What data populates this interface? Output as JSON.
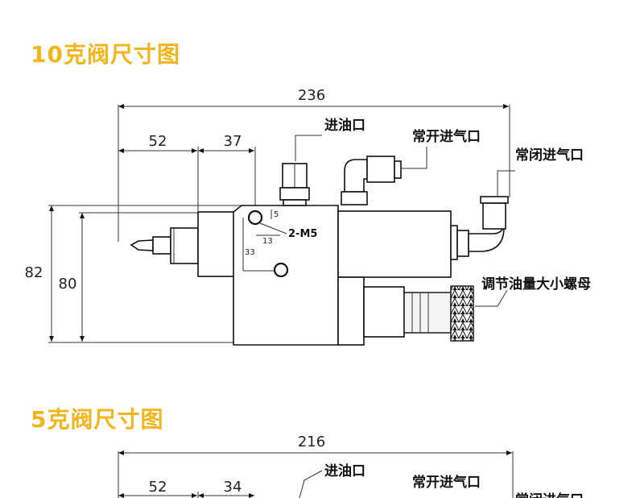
{
  "titles": {
    "valve_10g": "10克阀尺寸图",
    "valve_5g": "5克阀尺寸图"
  },
  "diagram_10g": {
    "dim_total_width": "236",
    "dim_a": "52",
    "dim_b": "37",
    "dim_height_outer": "82",
    "dim_height_inner": "80",
    "dim_hole_v": "5",
    "dim_hole_h": "13",
    "dim_hole_33": "33",
    "hole_label": "2-M5",
    "label_oil_inlet": "进油口",
    "label_no_air_inlet": "常开进气口",
    "label_nc_air_inlet": "常闭进气口",
    "label_adjust_nut": "调节油量大小螺母"
  },
  "diagram_5g": {
    "dim_total_width": "216",
    "dim_a": "52",
    "dim_b": "34",
    "label_oil_inlet": "进油口",
    "label_no_air_inlet": "常开进气口",
    "label_nc_air_inlet": "常闭进气口"
  },
  "colors": {
    "title": "#F2B51C",
    "line": "#111111"
  }
}
